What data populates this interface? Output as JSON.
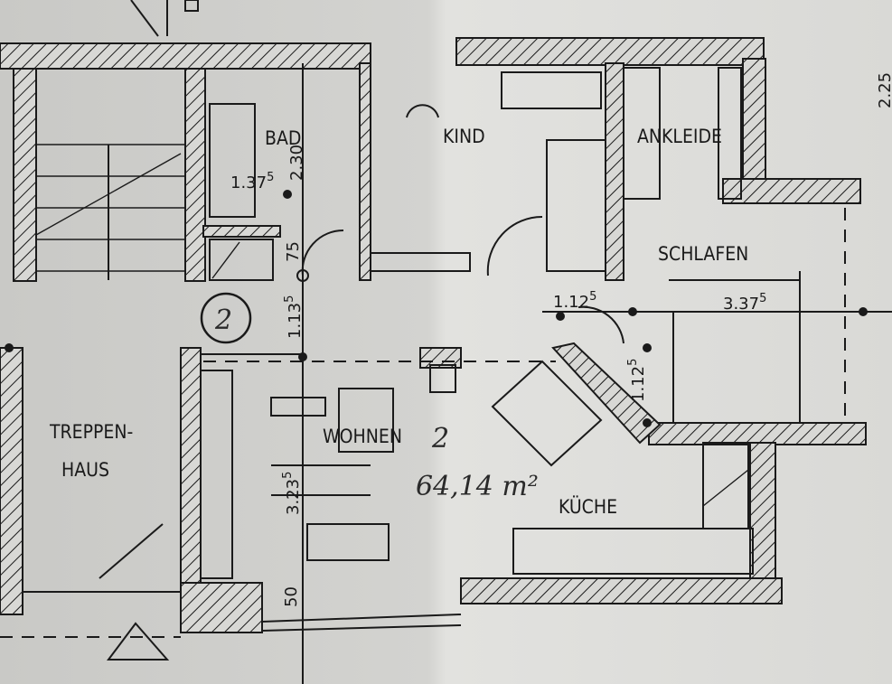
{
  "rooms": {
    "bad": "BAD",
    "kind": "KIND",
    "ankleide": "ANKLEIDE",
    "schlafen": "SCHLAFEN",
    "treppenhaus_line1": "TREPPEN-",
    "treppenhaus_line2": "HAUS",
    "wohnen": "WOHNEN",
    "kueche": "KÜCHE"
  },
  "dimensions": {
    "bad_width": "1.37",
    "bad_width_sup": "5",
    "bad_height": "2.30",
    "bad_lower": "75",
    "corridor": "1.13",
    "corridor_sup": "5",
    "schlafen_door": "1.12",
    "schlafen_door_sup": "5",
    "schlafen_width": "3.37",
    "schlafen_width_sup": "5",
    "diag_wall": "1.12",
    "diag_wall_sup": "5",
    "wohnen_height": "3.23",
    "wohnen_height_sup": "5",
    "bottom": "50",
    "right_edge": "2.25"
  },
  "handwritten": {
    "apartment_number": "2",
    "area": "64,14 m²"
  },
  "stamp": {
    "number": "2"
  }
}
